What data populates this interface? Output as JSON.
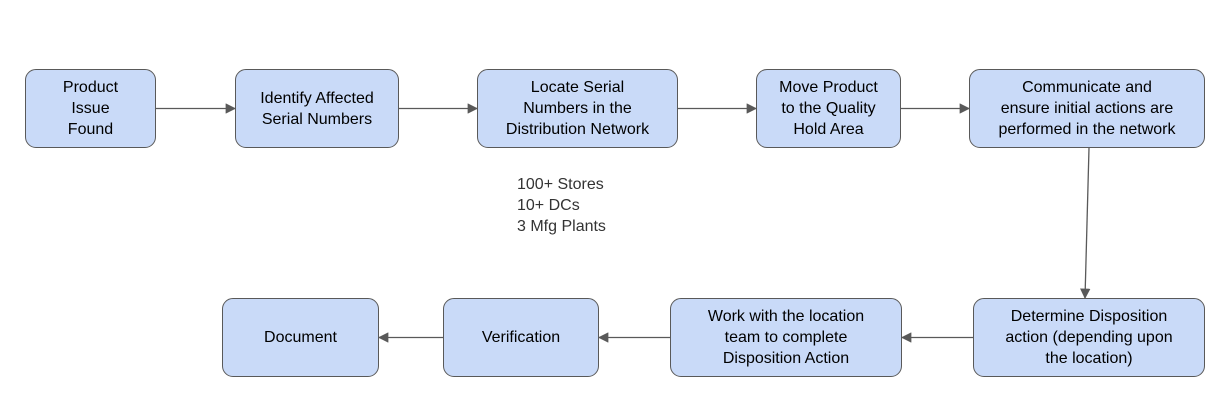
{
  "colors": {
    "box_fill": "#c9daf8",
    "box_border": "#595959",
    "arrow": "#595959",
    "text": "#000000"
  },
  "nodes": [
    {
      "id": "product-issue-found",
      "lines": [
        "Product",
        "Issue",
        "Found"
      ]
    },
    {
      "id": "identify-affected-serial-numbers",
      "lines": [
        "Identify Affected",
        "Serial Numbers"
      ]
    },
    {
      "id": "locate-serial-numbers",
      "lines": [
        "Locate Serial",
        "Numbers in the",
        "Distribution Network"
      ]
    },
    {
      "id": "move-product-quality-hold",
      "lines": [
        "Move Product",
        "to the Quality",
        "Hold Area"
      ]
    },
    {
      "id": "communicate-initial-actions",
      "lines": [
        "Communicate and",
        "ensure initial actions are",
        "performed in the network"
      ]
    },
    {
      "id": "determine-disposition-action",
      "lines": [
        "Determine Disposition",
        "action (depending upon",
        "the location)"
      ]
    },
    {
      "id": "work-with-location-team",
      "lines": [
        "Work with the location",
        "team to complete",
        "Disposition Action"
      ]
    },
    {
      "id": "verification",
      "lines": [
        "Verification"
      ]
    },
    {
      "id": "document",
      "lines": [
        "Document"
      ]
    }
  ],
  "edges": [
    {
      "from": "product-issue-found",
      "to": "identify-affected-serial-numbers"
    },
    {
      "from": "identify-affected-serial-numbers",
      "to": "locate-serial-numbers"
    },
    {
      "from": "locate-serial-numbers",
      "to": "move-product-quality-hold"
    },
    {
      "from": "move-product-quality-hold",
      "to": "communicate-initial-actions"
    },
    {
      "from": "communicate-initial-actions",
      "to": "determine-disposition-action"
    },
    {
      "from": "determine-disposition-action",
      "to": "work-with-location-team"
    },
    {
      "from": "work-with-location-team",
      "to": "verification"
    },
    {
      "from": "verification",
      "to": "document"
    }
  ],
  "network_note": {
    "lines": [
      "100+ Stores",
      "10+ DCs",
      "3 Mfg Plants"
    ]
  }
}
